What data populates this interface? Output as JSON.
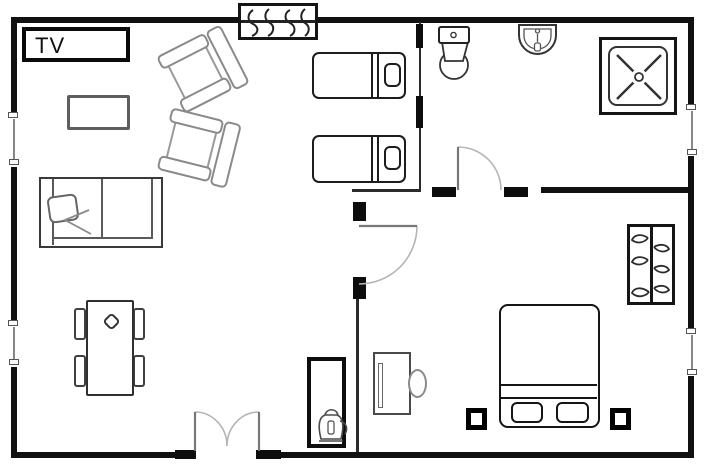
{
  "labels": {
    "tv": "TV"
  },
  "colors": {
    "wall": "#111111",
    "outline_dark": "#2b2b2b",
    "outline_mid": "#555555",
    "outline_light": "#9a9a9a",
    "background": "#ffffff"
  },
  "rooms": {
    "living_area": [
      "tv-cabinet",
      "side-table",
      "armchair",
      "armchair",
      "sofa-bed",
      "dining-table",
      "dining-chair",
      "dining-chair",
      "dining-chair",
      "dining-chair",
      "coat-rack",
      "kettle-cabinet",
      "entry-double-door"
    ],
    "twin_bed_nook": [
      "single-bed",
      "single-bed"
    ],
    "bathroom": [
      "toilet",
      "sink",
      "shower",
      "bathroom-door"
    ],
    "master_bedroom": [
      "desk",
      "desk-chair",
      "double-bed",
      "nightstand",
      "nightstand",
      "wardrobe",
      "interior-door"
    ],
    "windows": [
      "window-left-top",
      "window-left-bottom",
      "window-right-top",
      "window-right-bottom"
    ]
  }
}
